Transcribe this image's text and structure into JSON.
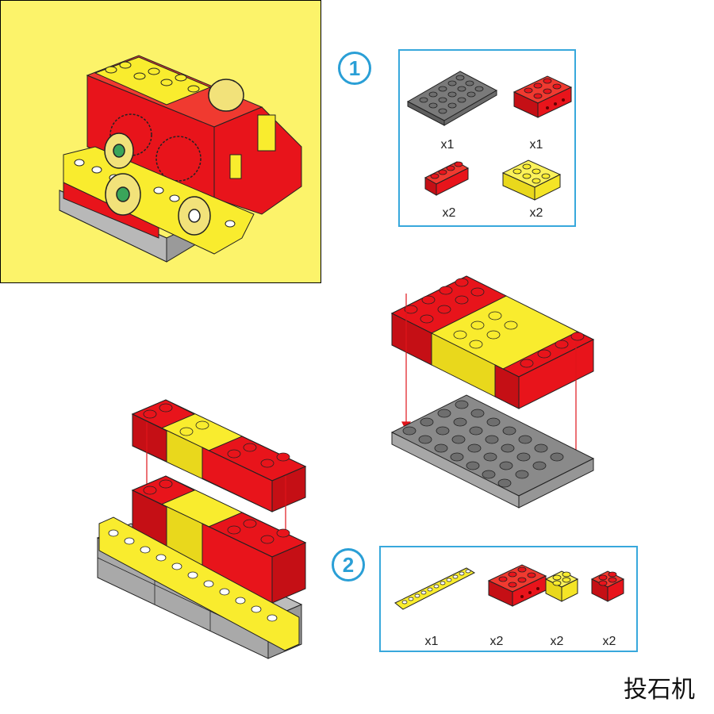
{
  "cover": {
    "title": "投石机",
    "background": "#fcf36a"
  },
  "steps": [
    {
      "number": "1",
      "parts": [
        {
          "icon": "gray-plate-4x8-icon",
          "qty": "x1"
        },
        {
          "icon": "red-brick-2x4-holes-icon",
          "qty": "x1"
        },
        {
          "icon": "red-brick-1x4-icon",
          "qty": "x2"
        },
        {
          "icon": "yellow-brick-2x4-icon",
          "qty": "x2"
        }
      ]
    },
    {
      "number": "2",
      "parts": [
        {
          "icon": "yellow-beam-11-icon",
          "qty": "x1"
        },
        {
          "icon": "red-brick-2x4-holes-icon",
          "qty": "x2"
        },
        {
          "icon": "yellow-brick-2x2-icon",
          "qty": "x2"
        },
        {
          "icon": "red-brick-2x2-icon",
          "qty": "x2"
        }
      ]
    }
  ],
  "colors": {
    "accent": "#2a9fd6",
    "brick_red": "#e8141b",
    "brick_yellow": "#f9ec2e",
    "plate_gray": "#8e8e8e",
    "arrow": "#e0141b"
  }
}
